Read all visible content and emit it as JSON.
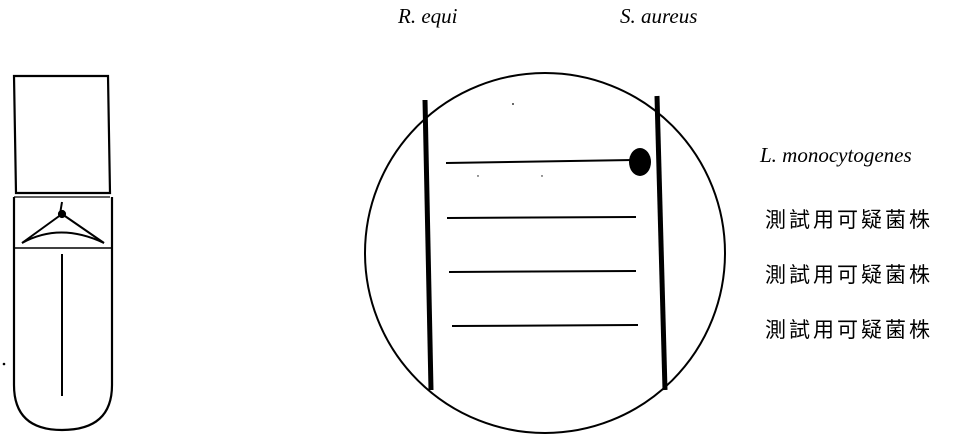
{
  "labels": {
    "r_equi": "R. equi",
    "s_aureus": "S. aureus",
    "l_monocytogenes": "L. monocytogenes",
    "test_strains": [
      "測試用可疑菌株",
      "測試用可疑菌株",
      "測試用可疑菌株"
    ]
  },
  "colors": {
    "ink": "#000000",
    "background": "#ffffff"
  }
}
